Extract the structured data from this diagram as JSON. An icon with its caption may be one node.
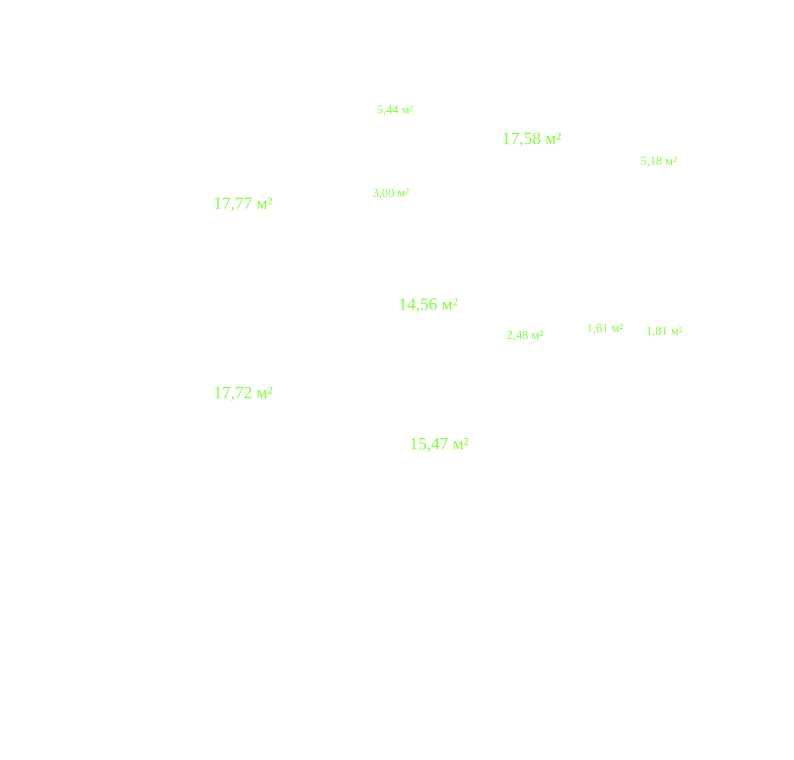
{
  "diagram": {
    "labels": [
      "5,44 м²",
      "17,58 м²",
      "5,18 м²",
      "17,77 м²",
      "3,00 м²",
      "14,56 м²",
      "2,48 м²",
      "1,61 м²",
      "1,81 м²",
      "17,72 м²",
      "15,47 м²"
    ]
  }
}
